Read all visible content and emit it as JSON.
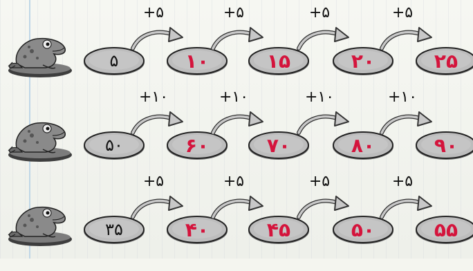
{
  "rows": [
    {
      "start": "۵",
      "hop_labels": [
        "+۵",
        "+۵",
        "+۵",
        "+۵"
      ],
      "answers": [
        "۱۰",
        "۱۵",
        "۲۰",
        "۲۵"
      ]
    },
    {
      "start": "۵۰",
      "hop_labels": [
        "+۱۰",
        "+۱۰",
        "+۱۰",
        "+۱۰"
      ],
      "answers": [
        "۶۰",
        "۷۰",
        "۸۰",
        "۹۰"
      ]
    },
    {
      "start": "۳۵",
      "hop_labels": [
        "+۵",
        "+۵",
        "+۵",
        "+۵"
      ],
      "answers": [
        "۴۰",
        "۴۵",
        "۵۰",
        "۵۵"
      ]
    }
  ],
  "colors": {
    "answer": "#d4143c",
    "pad_fill": "#b9b9b9",
    "frog": "#6b6b6b"
  },
  "icons": {
    "frog": "frog-icon",
    "lily_pad": "lily-pad-icon",
    "arrow": "curved-arrow-icon"
  }
}
